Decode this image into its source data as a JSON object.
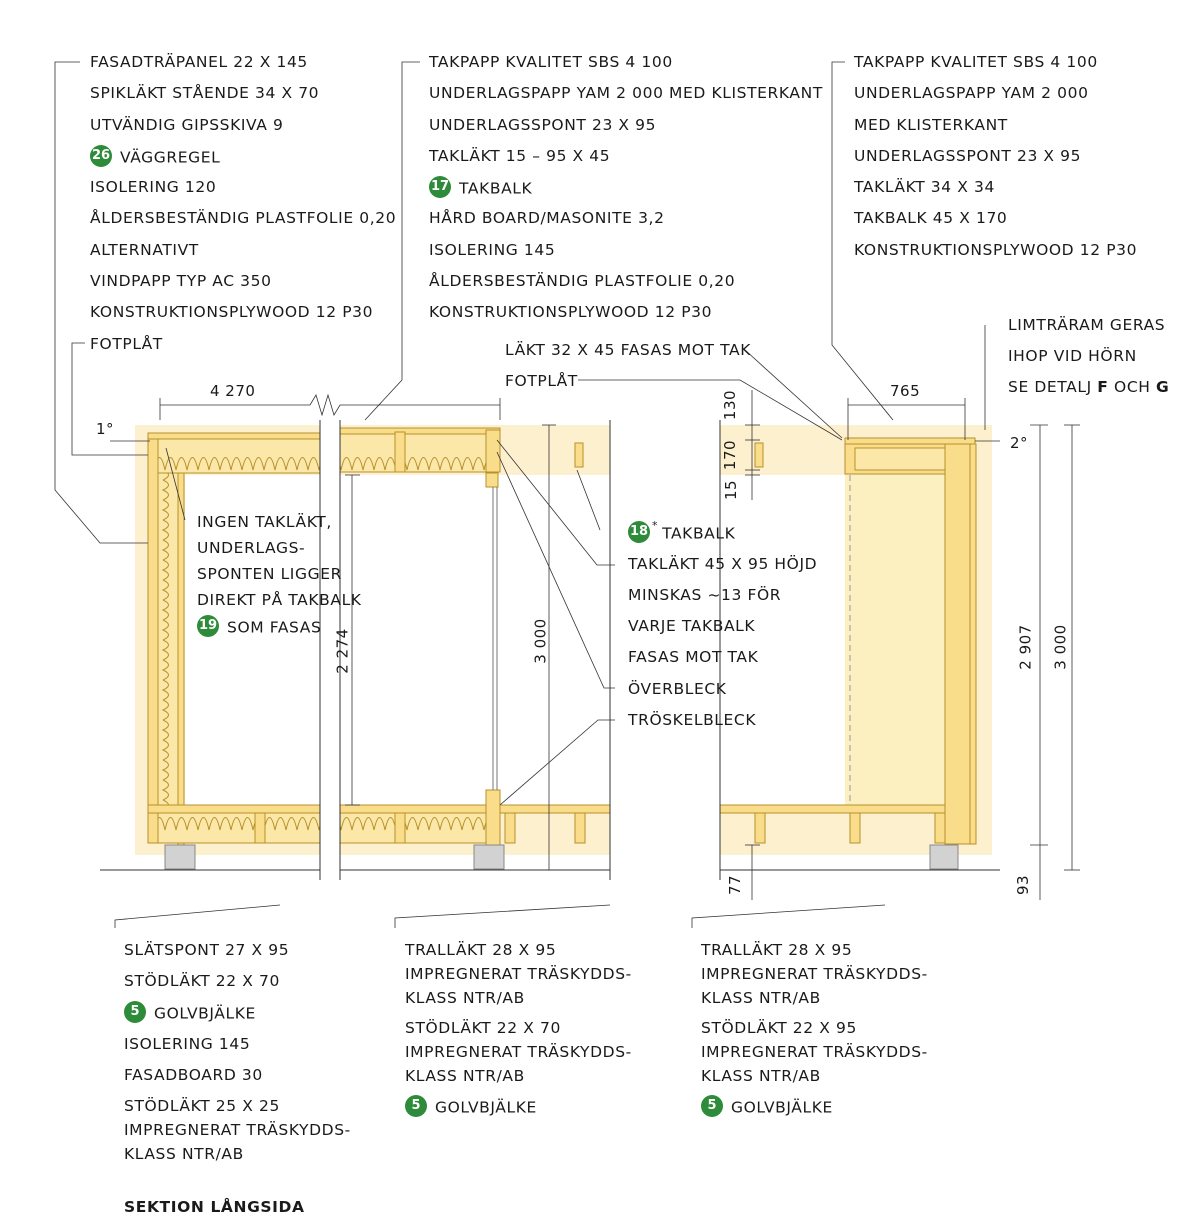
{
  "colors": {
    "wood": "#f9dd8a",
    "wood_edge": "#b8902a",
    "envelope": "#fdf0cf",
    "insulation": "#fbe7a8",
    "concrete": "#d2d2d2",
    "badge": "#2e8b3a",
    "line": "#333333"
  },
  "wall_top_left": {
    "items": [
      "FASADTRÄPANEL 22 X 145",
      "SPIKLÄKT STÅENDE 34 X 70",
      "UTVÄNDIG GIPSSKIVA 9",
      "VÄGGREGEL",
      "ISOLERING 120",
      "ÅLDERSBESTÄNDIG PLASTFOLIE 0,20",
      "ALTERNATIVT",
      "VINDPAPP TYP AC 350",
      "KONSTRUKTIONSPLYWOOD 12 P30"
    ],
    "badge_26": "26",
    "fotplat": "FOTPLÅT"
  },
  "roof_top_middle": {
    "items": [
      "TAKPAPP KVALITET SBS 4 100",
      "UNDERLAGSPAPP YAM 2 000 MED KLISTERKANT",
      "UNDERLAGSSPONT 23 X 95",
      "TAKLÄKT 15 – 95 X 45",
      "TAKBALK",
      "HÅRD BOARD/MASONITE 3,2",
      "ISOLERING 145",
      "ÅLDERSBESTÄNDIG PLASTFOLIE 0,20",
      "KONSTRUKTIONSPLYWOOD 12 P30"
    ],
    "badge_17": "17"
  },
  "roof_top_right": {
    "items": [
      "TAKPAPP KVALITET SBS 4 100",
      "UNDERLAGSPAPP YAM 2 000",
      "MED KLISTERKANT",
      "UNDERLAGSSPONT 23 X 95",
      "TAKLÄKT 34 X 34",
      "TAKBALK 45 X 170",
      "KONSTRUKTIONSPLYWOOD 12 P30"
    ]
  },
  "right_notes": {
    "limtraram": [
      "LIMTRÄRAM GERAS",
      "IHOP VID HÖRN"
    ],
    "detalj_prefix": "SE DETALJ ",
    "detalj_f": "F",
    "detalj_och": " OCH ",
    "detalj_g": "G"
  },
  "middle_notes": {
    "lakt": "LÄKT 32 X 45 FASAS MOT TAK",
    "fotplat": "FOTPLÅT"
  },
  "left_inner_note": {
    "lines": [
      "INGEN TAKLÄKT,",
      "UNDERLAGS-",
      "SPONTEN LIGGER",
      "DIREKT PÅ TAKBALK"
    ],
    "badge_19": "19",
    "last": "SOM FASAS"
  },
  "middle_right_notes": {
    "badge_18": "18",
    "star": "*",
    "takbalk": "TAKBALK",
    "taklakt_lines": [
      "TAKLÄKT 45 X 95 HÖJD",
      "MINSKAS ~13 FÖR",
      "VARJE TAKBALK",
      "FASAS MOT TAK"
    ],
    "overbleck": "ÖVERBLECK",
    "troskelbleck": "TRÖSKELBLECK"
  },
  "dimensions": {
    "span_left": "4 270",
    "span_right": "765",
    "angle_left": "1°",
    "angle_right": "2°",
    "h_130": "130",
    "h_170": "170",
    "h_15": "15",
    "h_2274": "2 274",
    "h_3000_mid": "3 000",
    "h_2907": "2 907",
    "h_3000_right": "3 000",
    "h_77": "77",
    "h_93": "93"
  },
  "floor_left": {
    "items": [
      "SLÄTSPONT 27 X 95",
      "STÖDLÄKT 22 X 70",
      "GOLVBJÄLKE",
      "ISOLERING 145",
      "FASADBOARD 30"
    ],
    "badge_5": "5",
    "last": [
      "STÖDLÄKT 25 X 25",
      "IMPREGNERAT TRÄSKYDDS-",
      "KLASS NTR/AB"
    ]
  },
  "floor_middle": {
    "group1": [
      "TRALLÄKT 28 X 95",
      "IMPREGNERAT TRÄSKYDDS-",
      "KLASS NTR/AB"
    ],
    "group2": [
      "STÖDLÄKT 22 X 70",
      "IMPREGNERAT TRÄSKYDDS-",
      "KLASS NTR/AB"
    ],
    "badge_5": "5",
    "golvbjalke": "GOLVBJÄLKE"
  },
  "floor_right": {
    "group1": [
      "TRALLÄKT 28 X 95",
      "IMPREGNERAT TRÄSKYDDS-",
      "KLASS NTR/AB"
    ],
    "group2": [
      "STÖDLÄKT 22 X 95",
      "IMPREGNERAT TRÄSKYDDS-",
      "KLASS NTR/AB"
    ],
    "badge_5": "5",
    "golvbjalke": "GOLVBJÄLKE"
  },
  "caption": "SEKTION LÅNGSIDA"
}
